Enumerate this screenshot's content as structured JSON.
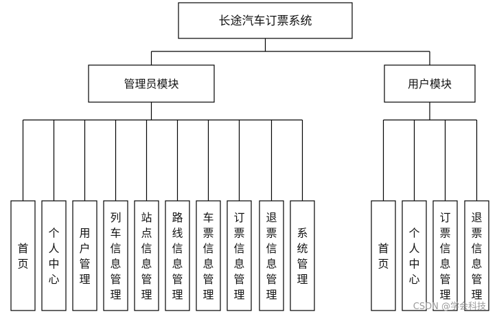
{
  "root": {
    "label": "长途汽车订票系统"
  },
  "modules": [
    {
      "label": "管理员模块",
      "leaves": [
        "首页",
        "个人中心",
        "用户管理",
        "列车信息管理",
        "站点信息管理",
        "路线信息管理",
        "车票信息管理",
        "订票信息管理",
        "退票信息管理",
        "系统管理"
      ]
    },
    {
      "label": "用户模块",
      "leaves": [
        "首页",
        "个人中心",
        "订票信息管理",
        "退票信息管理"
      ]
    }
  ],
  "watermark": "CSDN @学会科技"
}
